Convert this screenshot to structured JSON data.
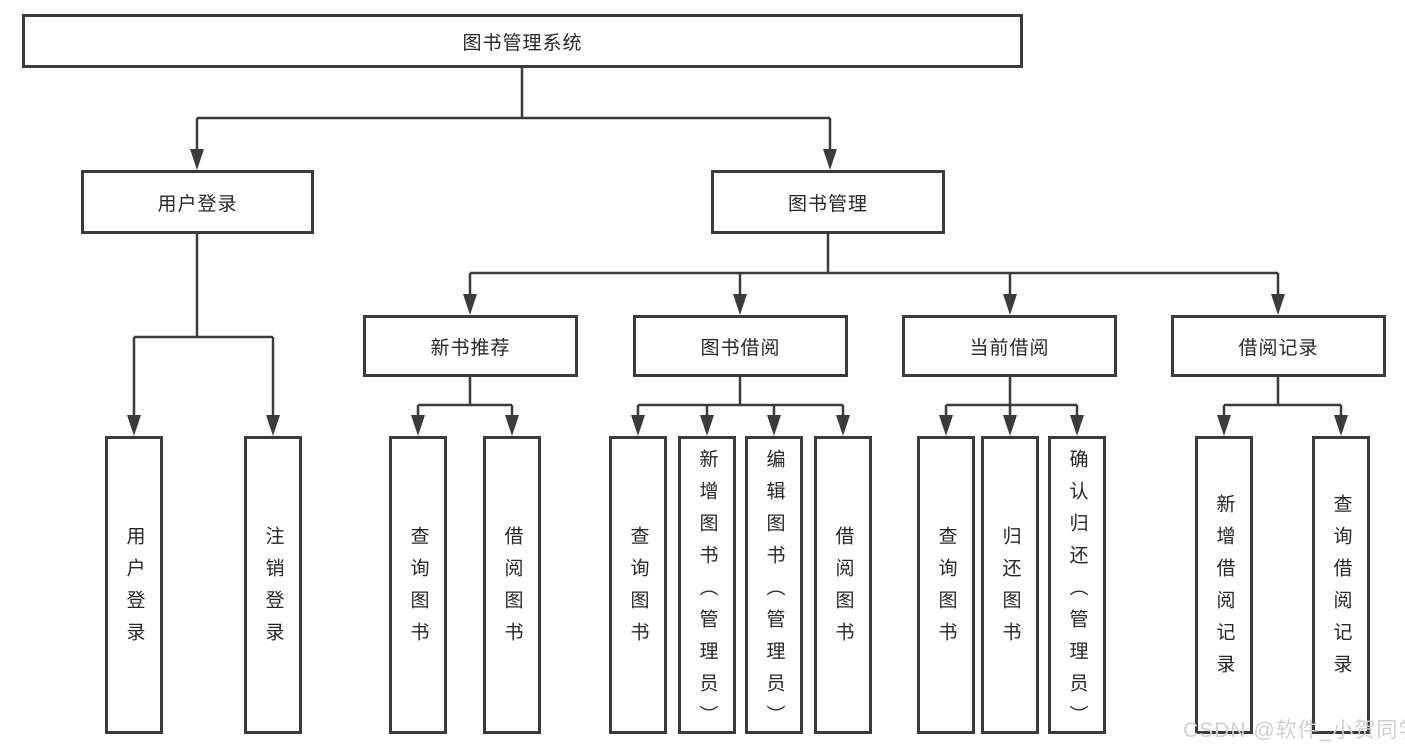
{
  "tree": {
    "root": {
      "label": "图书管理系统"
    },
    "branches": [
      {
        "label": "用户登录",
        "children": [
          {
            "label": "用户登录"
          },
          {
            "label": "注销登录"
          }
        ]
      },
      {
        "label": "图书管理",
        "children": [
          {
            "label": "新书推荐",
            "children": [
              {
                "label": "查询图书"
              },
              {
                "label": "借阅图书"
              }
            ]
          },
          {
            "label": "图书借阅",
            "children": [
              {
                "label": "查询图书"
              },
              {
                "label": "新增图书（管理员）"
              },
              {
                "label": "编辑图书（管理员）"
              },
              {
                "label": "借阅图书"
              }
            ]
          },
          {
            "label": "当前借阅",
            "children": [
              {
                "label": "查询图书"
              },
              {
                "label": "归还图书"
              },
              {
                "label": "确认归还（管理员）"
              }
            ]
          },
          {
            "label": "借阅记录",
            "children": [
              {
                "label": "新增借阅记录"
              },
              {
                "label": "查询借阅记录"
              }
            ]
          }
        ]
      }
    ]
  },
  "watermark": {
    "text": "CSDN @软件_小贺同学"
  },
  "colors": {
    "line": "#3b3b3b",
    "node_border": "#3b3b3b",
    "node_text": "#272727",
    "background": "#ffffff",
    "watermark_text": "#d0d0d0"
  }
}
